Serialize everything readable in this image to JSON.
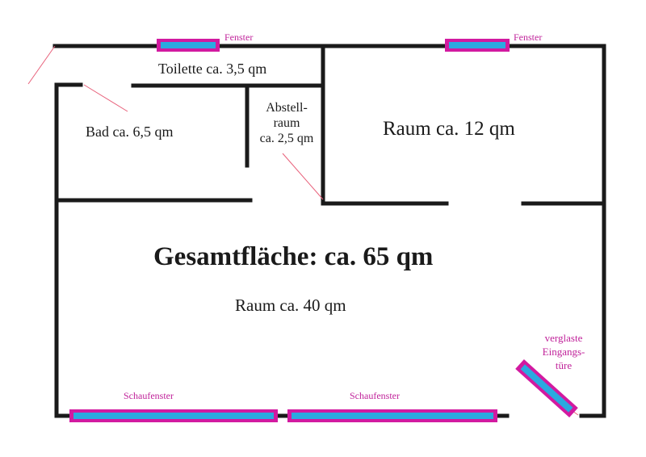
{
  "rooms": {
    "toilette": "Toilette ca. 3,5 qm",
    "bad": "Bad ca. 6,5 qm",
    "abstell": [
      "Abstell-",
      "raum",
      "ca. 2,5 qm"
    ],
    "raum12": "Raum ca. 12 qm",
    "raum40": "Raum ca. 40 qm"
  },
  "total": "Gesamtfläche: ca. 65 qm",
  "windows": {
    "fenster_left": "Fenster",
    "fenster_right": "Fenster",
    "schaufenster_left": "Schaufenster",
    "schaufenster_right": "Schaufenster",
    "door": [
      "verglaste",
      "Eingangs-",
      "türe"
    ]
  },
  "colors": {
    "wall": "#1a1a1a",
    "window_frame": "#d21aa0",
    "window_glass": "#2ba9e0",
    "annotation": "#c0229a",
    "guide_line": "#e8607a"
  }
}
